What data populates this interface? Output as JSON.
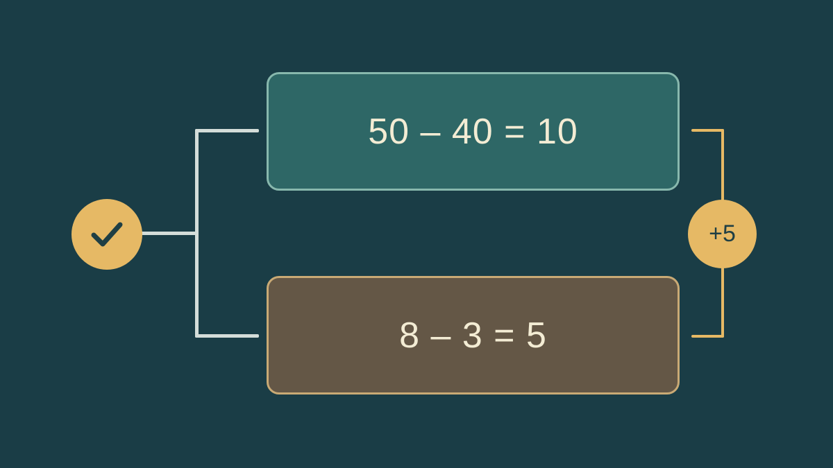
{
  "diagram": {
    "top_equation": "50 – 40 = 10",
    "bottom_equation": "8 – 3 = 5",
    "difference_badge": "+5",
    "status_icon": "check-icon",
    "colors": {
      "background": "#1a3d46",
      "top_box_fill": "#2e6766",
      "top_box_border": "#88b8ad",
      "bottom_box_fill": "#645746",
      "bottom_box_border": "#c9aa75",
      "accent": "#e6b965",
      "connector": "#d4ddd9",
      "equation_text": "#f3ecd4"
    }
  }
}
